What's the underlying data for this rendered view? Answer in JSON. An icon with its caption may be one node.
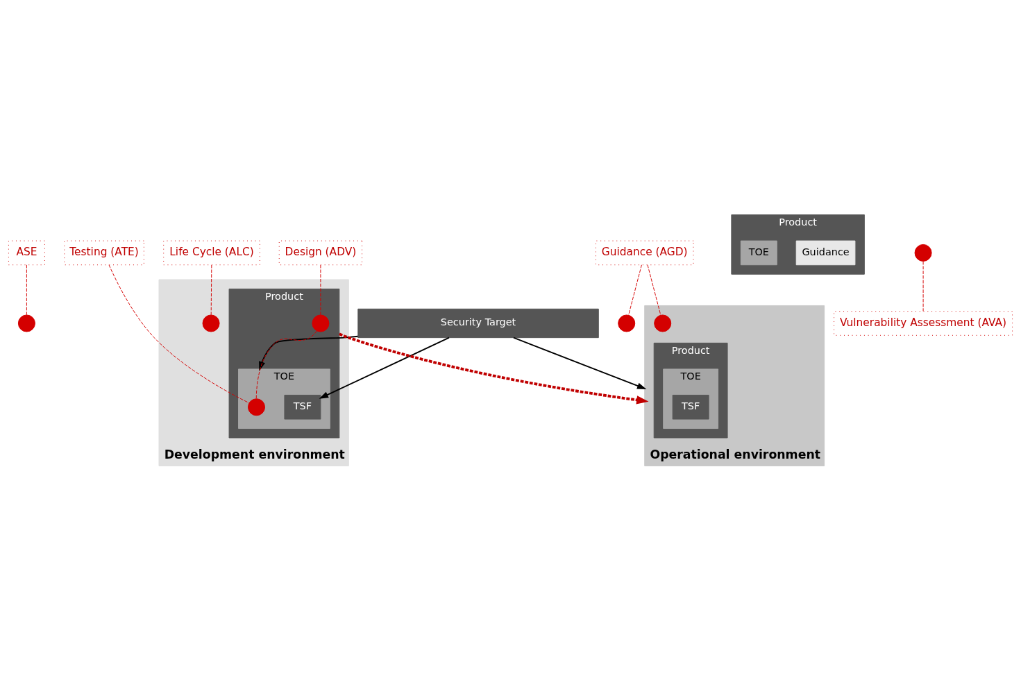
{
  "diagram": {
    "nodes": [
      {
        "text": [
          "ASE"
        ]
      },
      {
        "text": [
          "Security Target"
        ]
      },
      {
        "text": [],
        "shape": "circle"
      },
      {
        "text": [
          "Life Cycle (ALC)"
        ]
      },
      {
        "text": [
          "Guidance (AGD)"
        ]
      },
      {
        "text": [
          "Development environment"
        ]
      },
      {
        "text": [],
        "shape": "circle",
        "in": 5
      },
      {
        "text": [
          "Product"
        ],
        "in": 5
      },
      {
        "text": [
          "TOE"
        ],
        "in": 7
      },
      {
        "text": [
          "TSF"
        ],
        "in": 8
      },
      {
        "text": [],
        "shape": "circle",
        "in": 7
      },
      {
        "text": [],
        "shape": "circle",
        "in": 8
      },
      {
        "text": [
          "Design (ADV)"
        ]
      },
      {
        "text": [
          "Testing (ATE)"
        ]
      },
      {
        "text": [
          "Product"
        ]
      },
      {
        "text": [
          "Guidance"
        ],
        "in": 14
      },
      {
        "text": [
          "TOE"
        ],
        "in": 14
      },
      {
        "text": [],
        "shape": "circle"
      },
      {
        "text": [
          "Operational environment"
        ]
      },
      {
        "text": [],
        "shape": "circle",
        "in": 18
      },
      {
        "text": [
          "Product"
        ],
        "in": 18
      },
      {
        "text": [
          "TOE"
        ],
        "in": 20
      },
      {
        "text": [
          "TSF"
        ],
        "in": 21
      },
      {
        "text": [],
        "shape": "circle"
      },
      {
        "text": [
          "Vulnerability Assessment (AVA)"
        ]
      }
    ],
    "edges": [
      {
        "from": 0,
        "to": 2,
        "arrow": "none",
        "style": "dashed",
        "color": "#d40000"
      },
      {
        "from": 1,
        "to": 9,
        "arrow": "to",
        "color": "#000000"
      },
      {
        "from": 1,
        "to": 8,
        "arrow": "to",
        "color": "#000000"
      },
      {
        "from": 1,
        "to": 18,
        "arrow": "to",
        "color": "#000000"
      },
      {
        "from": 7,
        "to": 18,
        "arrow": "to",
        "style": "dashed",
        "color": "#c00000"
      },
      {
        "from": 3,
        "to": 6,
        "arrow": "none",
        "style": "dashed",
        "color": "#d40000"
      },
      {
        "from": 12,
        "to": 10,
        "arrow": "none",
        "style": "dashed",
        "color": "#d40000"
      },
      {
        "from": 13,
        "to": 11,
        "arrow": "none",
        "style": "dashed",
        "color": "#d40000"
      },
      {
        "from": 10,
        "to": 11,
        "arrow": "none",
        "style": "dashed",
        "color": "#d40000"
      },
      {
        "from": 4,
        "to": 19,
        "arrow": "none",
        "style": "dashed",
        "color": "#d40000"
      },
      {
        "from": 4,
        "to": 17,
        "arrow": "none",
        "style": "dashed",
        "color": "#d40000"
      },
      {
        "from": 23,
        "to": 24,
        "arrow": "none",
        "style": "dashed",
        "color": "#d40000"
      }
    ]
  }
}
